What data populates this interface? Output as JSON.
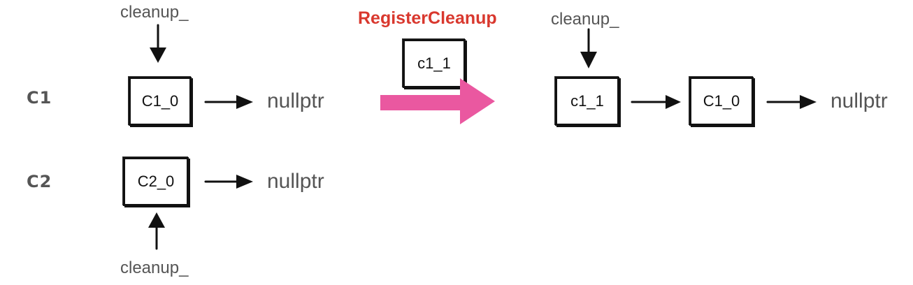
{
  "rows": {
    "c1_label": "C1",
    "c2_label": "C2"
  },
  "pointer_label": "cleanup_",
  "null_label": "nullptr",
  "operation": {
    "label": "RegisterCleanup",
    "color": "#d9382e",
    "arrow_color": "#ea58a0",
    "new_node": "c1_1"
  },
  "before": {
    "c1_nodes": [
      "C1_0"
    ],
    "c2_nodes": [
      "C2_0"
    ]
  },
  "after": {
    "c1_nodes": [
      "c1_1",
      "C1_0"
    ]
  }
}
